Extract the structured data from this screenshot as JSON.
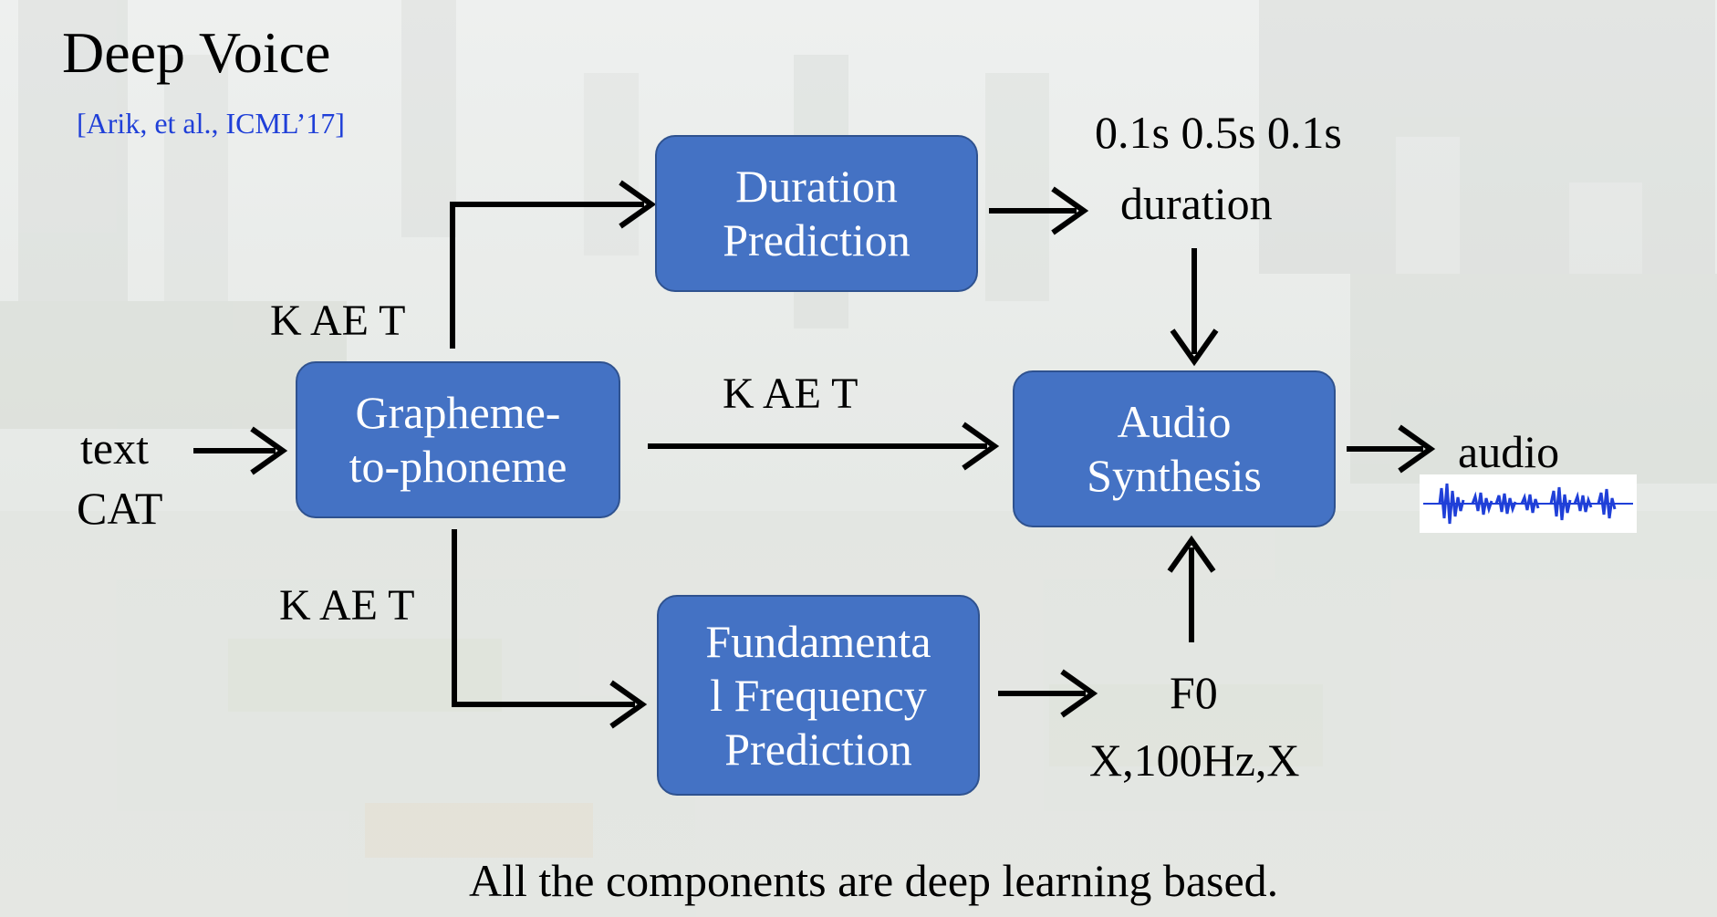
{
  "slide": {
    "title": "Deep Voice",
    "citation": "[Arik, et al., ICML’17]",
    "footer": "All the components are deep learning based."
  },
  "input": {
    "line1": "text",
    "line2": "CAT"
  },
  "boxes": {
    "g2p": {
      "line1": "Grapheme-",
      "line2": "to-phoneme"
    },
    "duration": {
      "line1": "Duration",
      "line2": "Prediction"
    },
    "f0": {
      "line1": "Fundamenta",
      "line2": "l Frequency",
      "line3": "Prediction"
    },
    "synthesis": {
      "line1": "Audio",
      "line2": "Synthesis"
    }
  },
  "labels": {
    "phonemes_top": "K AE T",
    "phonemes_mid": "K AE T",
    "phonemes_bottom": "K AE T",
    "durations": "0.1s 0.5s 0.1s",
    "duration_label": "duration",
    "f0_label": "F0",
    "f0_values": "X,100Hz,X",
    "output": "audio"
  },
  "colors": {
    "box_fill": "#4472c4",
    "box_border": "#2f528f",
    "citation": "#1f3fd8",
    "waveform": "#1f3fd8",
    "arrow": "#000000"
  }
}
